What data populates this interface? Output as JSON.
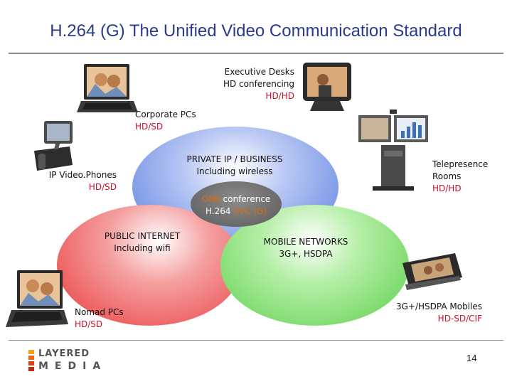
{
  "slide": {
    "title": "H.264 (G) The Unified Video Communication Standard",
    "page_number": "14"
  },
  "logo": {
    "line1": "LAYERED",
    "line2": "MEDIA"
  },
  "labels": {
    "exec_desks_1": "Executive Desks",
    "exec_desks_2": "HD conferencing",
    "exec_desks_res": "HD/HD",
    "corporate_pcs": "Corporate PCs",
    "corporate_pcs_res": "HD/SD",
    "ip_phones": "IP Video.Phones",
    "ip_phones_res": "HD/SD",
    "telepresence_1": "Telepresence",
    "telepresence_2": "Rooms",
    "telepresence_res": "HD/HD",
    "private_ip_1": "PRIVATE IP / BUSINESS",
    "private_ip_2": "Including wireless",
    "one_prefix": "ONE",
    "one_suffix": " conference",
    "h264_prefix": "H.264 ",
    "h264_svc": "SVC (G)",
    "public_internet_1": "PUBLIC INTERNET",
    "public_internet_2": "Including wifi",
    "mobile_1": "MOBILE NETWORKS",
    "mobile_2": "3G+, HSDPA",
    "nomad_pcs": "Nomad PCs",
    "nomad_pcs_res": "HD/SD",
    "mobiles_3g": "3G+/HSDPA Mobiles",
    "mobiles_3g_res": "HD-SD/CIF"
  },
  "icons": [
    "laptop-icon",
    "video-phone-icon",
    "executive-desk-terminal-icon",
    "telepresence-room-icon",
    "smartphone-icon"
  ],
  "colors": {
    "title": "#2b3a8c",
    "blue_region": "#5a7fe0",
    "red_region": "#e83a3a",
    "green_region": "#5ccf4a",
    "center_region": "#6e6e6e",
    "accent_red": "#c8102e",
    "accent_orange": "#e36b00"
  }
}
